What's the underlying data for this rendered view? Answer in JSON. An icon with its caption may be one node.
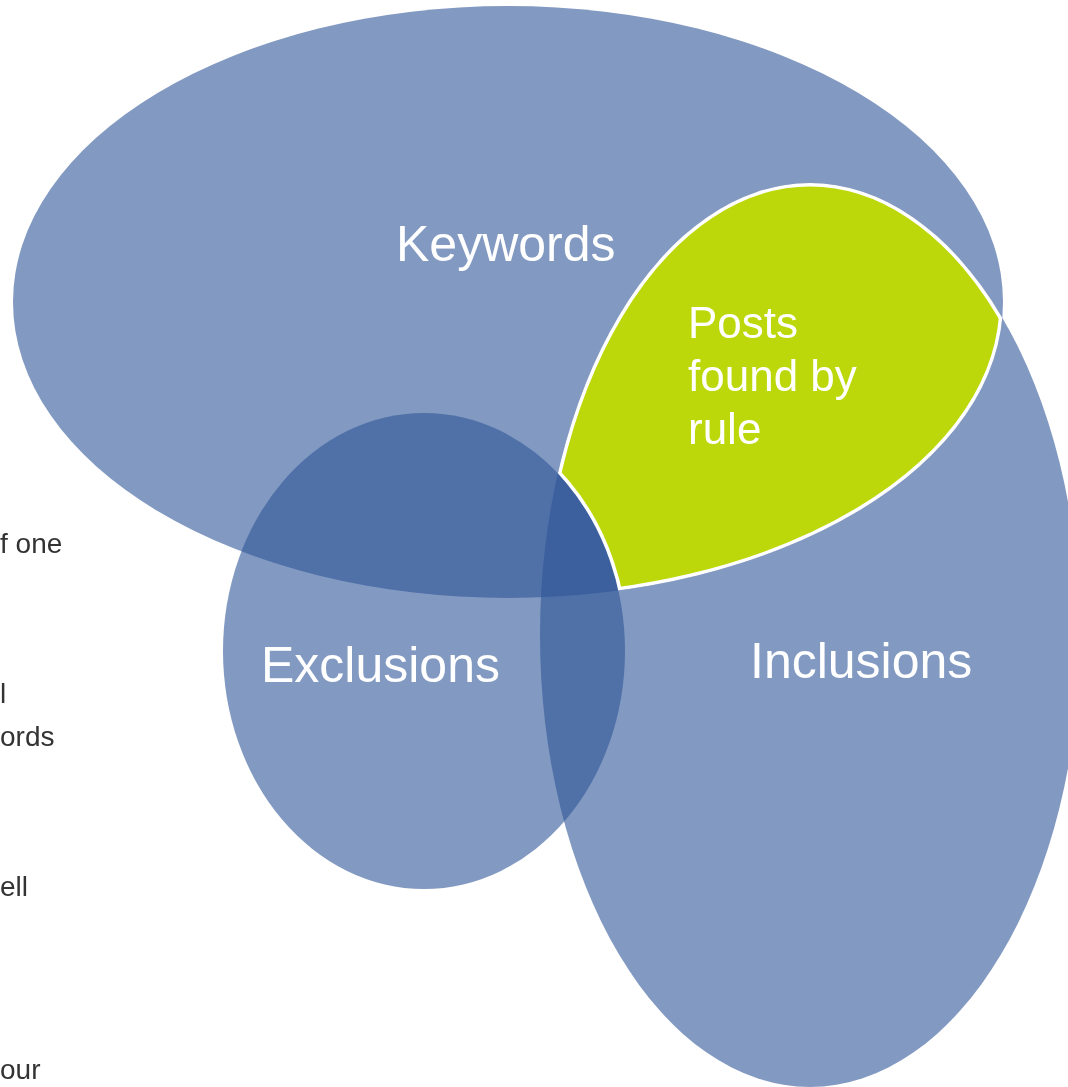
{
  "diagram": {
    "nodes": [
      {
        "text": [
          "Keywords"
        ]
      },
      {
        "text": [
          "Exclusions"
        ]
      },
      {
        "text": [
          "Inclusions"
        ]
      },
      {
        "text": [
          "Posts found by rule"
        ]
      }
    ],
    "labels": [
      "f one",
      "l",
      "ords",
      "ell",
      "our"
    ]
  }
}
